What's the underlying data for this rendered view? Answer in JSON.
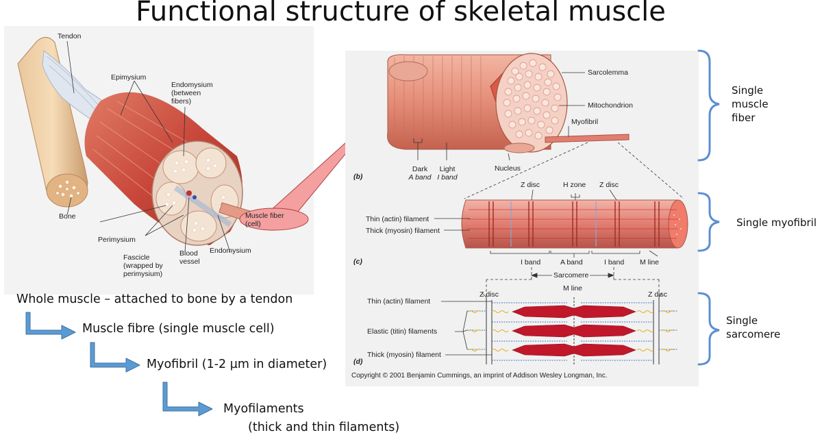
{
  "title": "Functional structure of skeletal muscle",
  "whole_muscle_labels": {
    "tendon": "Tendon",
    "epimysium": "Epimysium",
    "endomysium_between": [
      "Endomysium",
      "(between",
      "fibers)"
    ],
    "bone": "Bone",
    "perimysium": "Perimysium",
    "fascicle": [
      "Fascicle",
      "(wrapped by",
      "perimysium)"
    ],
    "blood_vessel": [
      "Blood",
      "vessel"
    ],
    "endomysium": "Endomysium",
    "muscle_fiber_callout": [
      "Muscle fiber",
      "(cell)"
    ]
  },
  "fiber_panel": {
    "panel_letter": "(b)",
    "sarcolemma": "Sarcolemma",
    "mitochondrion": "Mitochondrion",
    "myofibril": "Myofibril",
    "dark_band": [
      "Dark",
      "A band"
    ],
    "light_band": [
      "Light",
      "I band"
    ],
    "nucleus": "Nucleus"
  },
  "myofibril_panel": {
    "panel_letter": "(c)",
    "z_disc_1": "Z disc",
    "h_zone": "H zone",
    "z_disc_2": "Z disc",
    "thin_filament": "Thin (actin) filament",
    "thick_filament": "Thick (myosin) filament",
    "i_band_1": "I band",
    "a_band": "A band",
    "i_band_2": "I band",
    "m_line": "M line",
    "sarcomere": "Sarcomere"
  },
  "sarcomere_panel": {
    "panel_letter": "(d)",
    "m_line": "M line",
    "z_disc_left": "Z disc",
    "z_disc_right": "Z disc",
    "thin_filament": "Thin (actin) filament",
    "elastic_filaments": "Elastic (titin) filaments",
    "thick_filament": "Thick (myosin) filament",
    "copyright": "Copyright © 2001 Benjamin Cummings, an imprint of Addison Wesley Longman, Inc."
  },
  "side_labels": {
    "single_muscle_fiber": [
      "Single",
      "muscle",
      "fiber"
    ],
    "single_myofibril": "Single myofibril",
    "single_sarcomere": [
      "Single",
      "sarcomere"
    ]
  },
  "hierarchy": {
    "level1": "Whole muscle – attached to bone by a tendon",
    "level2": "Muscle fibre (single muscle cell)",
    "level3": "Myofibril (1-2 µm in diameter)",
    "level4_line1": "Myofilaments",
    "level4_line2": "(thick and thin filaments)"
  },
  "colors": {
    "bracket_blue": "#5b8fd0",
    "arrow_blue": "#5b9bd5",
    "muscle_red": "#c8473a",
    "callout_pink": "#f4a0a0",
    "myosin_red": "#c0172b",
    "actin_blue": "#4a72c4"
  }
}
